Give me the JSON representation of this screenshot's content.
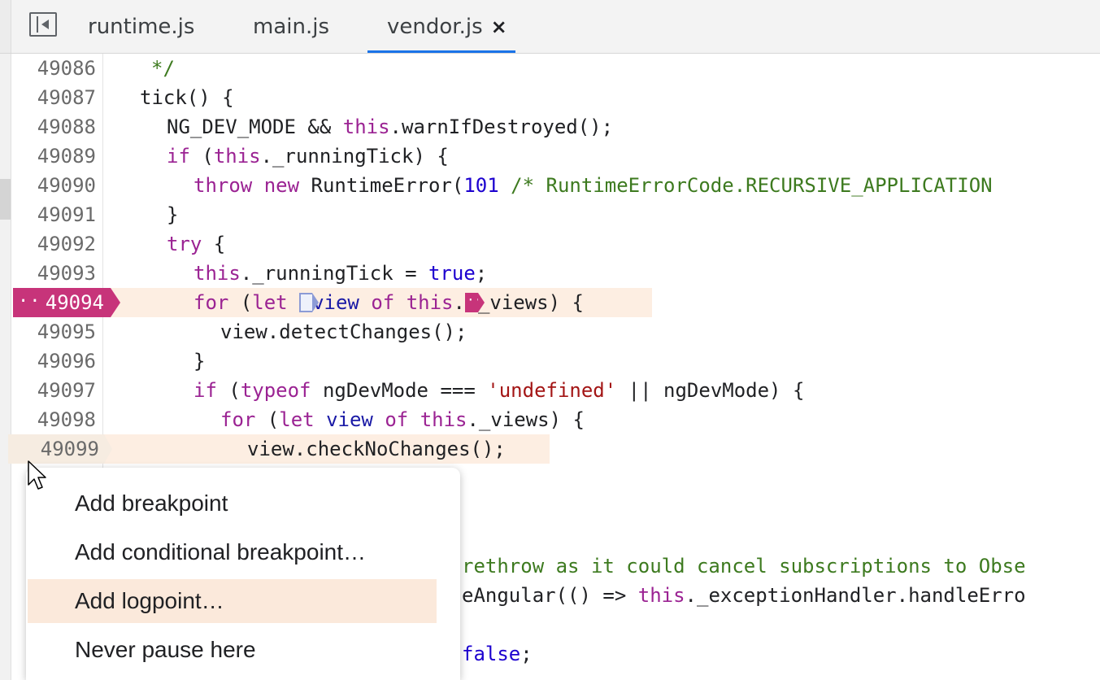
{
  "tabs": [
    {
      "label": "runtime.js",
      "active": false
    },
    {
      "label": "main.js",
      "active": false
    },
    {
      "label": "vendor.js",
      "active": true,
      "close": "×"
    }
  ],
  "gutter": {
    "line_numbers": [
      "49086",
      "49087",
      "49088",
      "49089",
      "49090",
      "49091",
      "49092",
      "49093",
      "49094",
      "49095",
      "49096",
      "49097",
      "49098",
      "49099"
    ],
    "breakpoint_line": "49094",
    "breakpoint_dots": "··",
    "hover_line": "49099"
  },
  "code": {
    "l49086": "*/",
    "l49087": "tick() {",
    "l49088_a": "NG_DEV_MODE && ",
    "l49088_b": "this",
    "l49088_c": ".warnIfDestroyed();",
    "l49089_a": "if",
    "l49089_b": " (",
    "l49089_c": "this",
    "l49089_d": "._runningTick) {",
    "l49090_a": "throw",
    "l49090_b": " ",
    "l49090_c": "new",
    "l49090_d": " RuntimeError(",
    "l49090_e": "101",
    "l49090_f": " /* RuntimeErrorCode.RECURSIVE_APPLICATION",
    "l49091": "}",
    "l49092_a": "try",
    "l49092_b": " {",
    "l49093_a": "this",
    "l49093_b": "._runningTick = ",
    "l49093_c": "true",
    "l49093_d": ";",
    "l49094_a": "for",
    "l49094_b": " (",
    "l49094_c": "let",
    "l49094_d": " ",
    "l49094_e": "view",
    "l49094_f": " ",
    "l49094_g": "of",
    "l49094_h": " ",
    "l49094_i": "this",
    "l49094_j": ".",
    "l49094_k": "_views) {",
    "l49094_bp2": "··",
    "l49095": "view.detectChanges();",
    "l49096": "}",
    "l49097_a": "if",
    "l49097_b": " (",
    "l49097_c": "typeof",
    "l49097_d": " ngDevMode === ",
    "l49097_e": "'undefined'",
    "l49097_f": " || ngDevMode) {",
    "l49098_a": "for",
    "l49098_b": " (",
    "l49098_c": "let",
    "l49098_d": " ",
    "l49098_e": "view",
    "l49098_f": " ",
    "l49098_g": "of",
    "l49098_h": " ",
    "l49098_i": "this",
    "l49098_j": "._views) {",
    "l49099": "view.checkNoChanges();",
    "partial1": "rethrow as it could cancel subscriptions to Obse",
    "partial2_a": "eAngular(() => ",
    "partial2_b": "this",
    "partial2_c": "._exceptionHandler.handleErro",
    "partial3_a": "false",
    "partial3_b": ";"
  },
  "context_menu": {
    "items": [
      {
        "label": "Add breakpoint",
        "highlighted": false
      },
      {
        "label": "Add conditional breakpoint…",
        "highlighted": false
      },
      {
        "label": "Add logpoint…",
        "highlighted": true
      },
      {
        "label": "Never pause here",
        "highlighted": false
      }
    ]
  },
  "colors": {
    "breakpoint": "#c7347a",
    "active_tab_underline": "#1a73e8",
    "highlight_row": "#fdeee2"
  },
  "icons": [
    "sidebar-toggle-icon",
    "close-icon",
    "mouse-pointer-icon"
  ]
}
